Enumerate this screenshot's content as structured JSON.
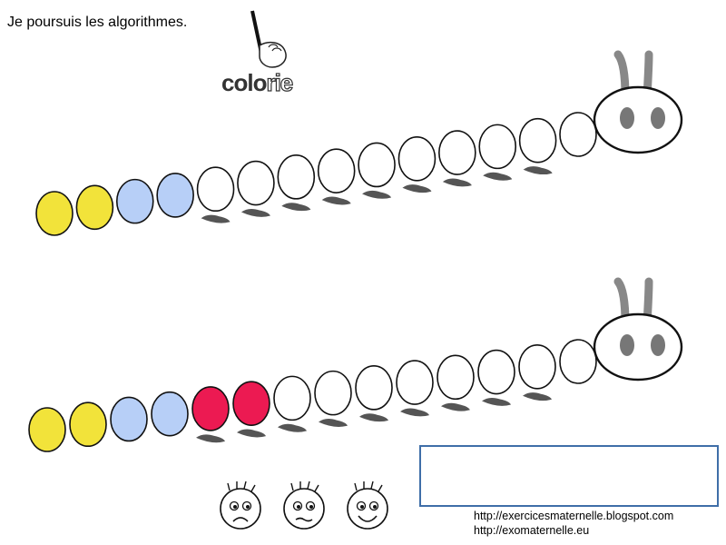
{
  "title": "Je poursuis les algorithmes.",
  "logo": {
    "word_a": "colo",
    "word_b": "rie",
    "icon": "hand-with-pencil-icon"
  },
  "colors": {
    "yellow": "#f2e33a",
    "blue": "#b7cff7",
    "red": "#ec1a52",
    "white": "#ffffff",
    "box_border": "#3f6ea8"
  },
  "caterpillars": [
    {
      "segments": [
        "yellow",
        "yellow",
        "blue",
        "blue",
        "white",
        "white",
        "white",
        "white",
        "white",
        "white",
        "white",
        "white",
        "white",
        "white"
      ]
    },
    {
      "segments": [
        "yellow",
        "yellow",
        "blue",
        "blue",
        "red",
        "red",
        "white",
        "white",
        "white",
        "white",
        "white",
        "white",
        "white",
        "white"
      ]
    }
  ],
  "faces": [
    "sad-face-icon",
    "unsure-face-icon",
    "happy-face-icon"
  ],
  "links": [
    "http://exercicesmaternelle.blogspot.com",
    "http://exomaternelle.eu"
  ]
}
